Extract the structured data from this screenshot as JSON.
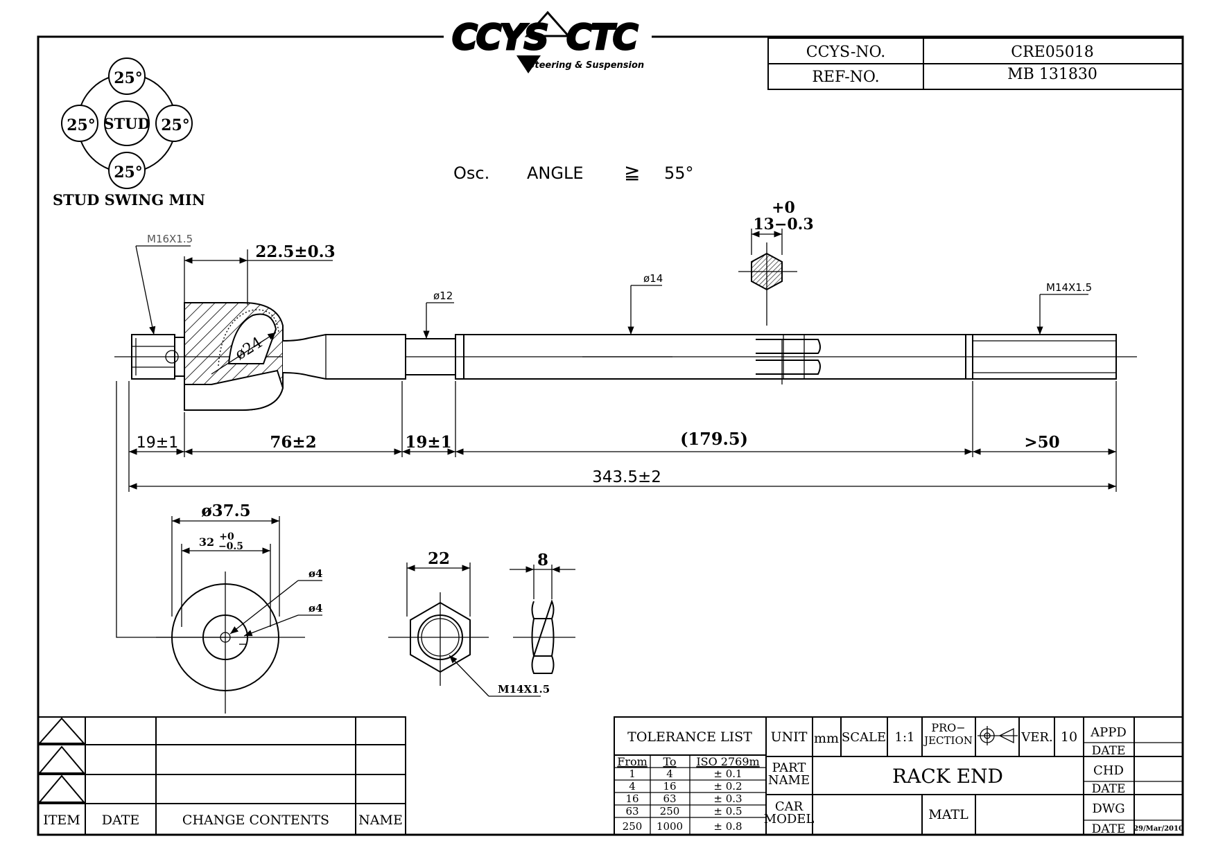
{
  "logo": {
    "brand_left": "CCYS",
    "brand_right": "CTC",
    "tagline": "Steering & Suspension"
  },
  "header_table": {
    "rows": [
      {
        "label": "CCYS-NO.",
        "value": "CRE05018"
      },
      {
        "label": "REF-NO.",
        "value": "MB 131830"
      }
    ]
  },
  "stud_swing": {
    "center": "STUD",
    "angles": [
      "25°",
      "25°",
      "25°",
      "25°"
    ],
    "caption": "STUD SWING MIN"
  },
  "osc_angle": {
    "label1": "Osc.",
    "label2": "ANGLE",
    "symbol": "≧",
    "value": "55°"
  },
  "dimensions": {
    "hex_top_tol": "+0",
    "hex_size": "13−0.3",
    "thread_left": "M16X1.5",
    "housing_len": "22.5±0.3",
    "ball_dia": "ø24",
    "dia12": "ø12",
    "dia14": "ø14",
    "thread_right": "M14X1.5",
    "d19a": "19±1",
    "d76": "76±2",
    "d19b": "19±1",
    "d179": "(179.5)",
    "d50": ">50",
    "total": "343.5±2",
    "dia375": "ø37.5",
    "d32": "32",
    "d32_tol_top": "+0",
    "d32_tol_bot": "−0.5",
    "hole1": "ø4",
    "hole2": "ø4",
    "nut_width": "22",
    "nut_thick": "8",
    "nut_thread": "M14X1.5"
  },
  "revision_table": {
    "headers": [
      "ITEM",
      "DATE",
      "CHANGE CONTENTS",
      "NAME"
    ]
  },
  "title_block": {
    "tolerance_title": "TOLERANCE LIST",
    "tol_headers": [
      "From",
      "To",
      "ISO 2769m"
    ],
    "tol_rows": [
      [
        "1",
        "4",
        "± 0.1"
      ],
      [
        "4",
        "16",
        "± 0.2"
      ],
      [
        "16",
        "63",
        "± 0.3"
      ],
      [
        "63",
        "250",
        "± 0.5"
      ],
      [
        "250",
        "1000",
        "± 0.8"
      ]
    ],
    "unit_label": "UNIT",
    "unit_value": "mm",
    "scale_label": "SCALE",
    "scale_value": "1:1",
    "projection_label_1": "PRO−",
    "projection_label_2": "JECTION",
    "ver_label": "VER.",
    "ver_value": "10",
    "part_name_label_1": "PART",
    "part_name_label_2": "NAME",
    "part_name": "RACK END",
    "car_model_label_1": "CAR",
    "car_model_label_2": "MODEL",
    "matl_label": "MATL",
    "appd": "APPD",
    "chd": "CHD",
    "dwg": "DWG",
    "date": "DATE",
    "dwg_date": "29/Mar/2010"
  }
}
